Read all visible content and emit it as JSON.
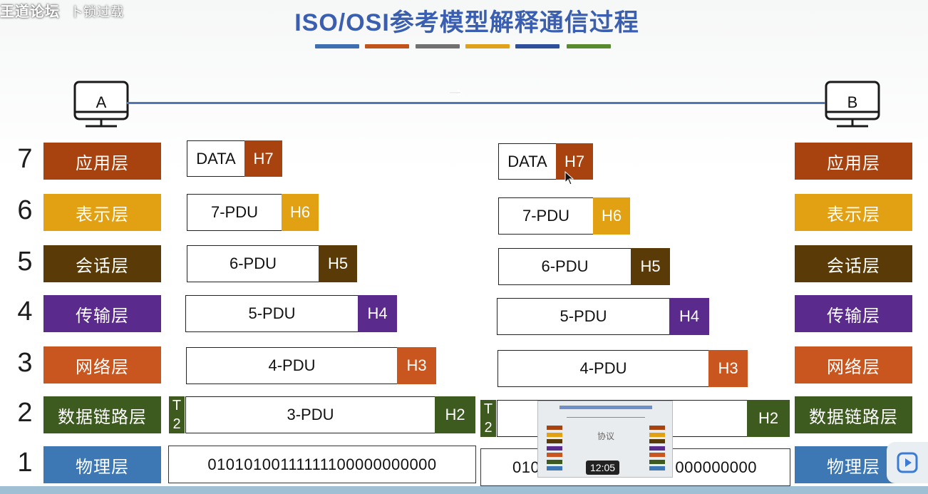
{
  "watermark": {
    "main": "王道论坛",
    "sub": "卜锁过载"
  },
  "title": "ISO/OSI参考模型解释通信过程",
  "title_bar_colors": [
    "#3e6fb0",
    "#c0541b",
    "#707070",
    "#e0a21a",
    "#2e4f9a",
    "#5a8a2e"
  ],
  "hosts": {
    "left": "A",
    "right": "B"
  },
  "layers": [
    {
      "num": "7",
      "name": "应用层",
      "color": "#a8420f"
    },
    {
      "num": "6",
      "name": "表示层",
      "color": "#e2a013"
    },
    {
      "num": "5",
      "name": "会话层",
      "color": "#5a3b07"
    },
    {
      "num": "4",
      "name": "传输层",
      "color": "#5a2a8c"
    },
    {
      "num": "3",
      "name": "网络层",
      "color": "#c9561f"
    },
    {
      "num": "2",
      "name": "数据链路层",
      "color": "#3d5a1f"
    },
    {
      "num": "1",
      "name": "物理层",
      "color": "#3d78b5"
    }
  ],
  "left_stack": {
    "r7": {
      "data": "DATA",
      "hdr": "H7"
    },
    "r6": {
      "data": "7-PDU",
      "hdr": "H6"
    },
    "r5": {
      "data": "6-PDU",
      "hdr": "H5"
    },
    "r4": {
      "data": "5-PDU",
      "hdr": "H4"
    },
    "r3": {
      "data": "4-PDU",
      "hdr": "H3"
    },
    "r2": {
      "data": "3-PDU",
      "hdr": "H2",
      "trailer_top": "T",
      "trailer_bot": "2"
    },
    "r1": {
      "bits": "01010100111111100000000000"
    }
  },
  "right_stack": {
    "r7": {
      "data": "DATA",
      "hdr": "H7"
    },
    "r6": {
      "data": "7-PDU",
      "hdr": "H6"
    },
    "r5": {
      "data": "6-PDU",
      "hdr": "H5"
    },
    "r4": {
      "data": "5-PDU",
      "hdr": "H4"
    },
    "r3": {
      "data": "4-PDU",
      "hdr": "H3"
    },
    "r2": {
      "data": "",
      "hdr": "H2",
      "trailer_top": "T",
      "trailer_bot": "2"
    },
    "r1": {
      "bits_left": "010",
      "bits_right": "000000000"
    }
  },
  "preview": {
    "label": "协议",
    "time": "12:05"
  }
}
